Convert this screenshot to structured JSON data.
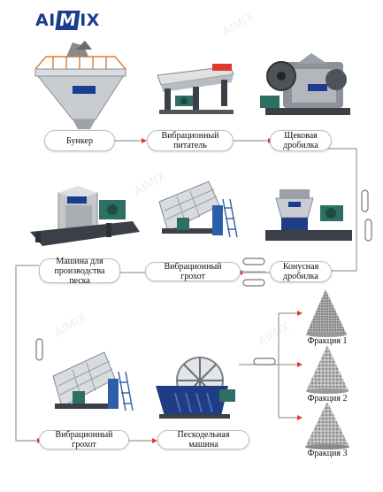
{
  "brand": {
    "logo_left": "AI",
    "logo_mid": "M",
    "logo_right": "IX",
    "primary_color": "#1c3d8f",
    "accent_color": "#e03a2f"
  },
  "flow_row1": {
    "bunker": "Бункер",
    "feeder_line1": "Вибрационный",
    "feeder_line2": "питатель",
    "jaw_line1": "Щековая",
    "jaw_line2": "дробилка"
  },
  "flow_row2": {
    "cone_line1": "Конусная",
    "cone_line2": "дробилка",
    "screen": "Вибрационный грохот",
    "sand_line1": "Машина для",
    "sand_line2": "производства песка"
  },
  "flow_row3": {
    "screen": "Вибрационный грохот",
    "washer": "Пескодельная машина"
  },
  "fractions": [
    "Фракция 1",
    "Фракция 2",
    "Фракция 3"
  ],
  "equipment_icons": [
    "hopper-icon",
    "vibrating-feeder-icon",
    "jaw-crusher-icon",
    "sand-making-machine-icon",
    "vibrating-screen-icon",
    "cone-crusher-icon",
    "vibrating-screen-icon",
    "sand-washer-icon"
  ]
}
